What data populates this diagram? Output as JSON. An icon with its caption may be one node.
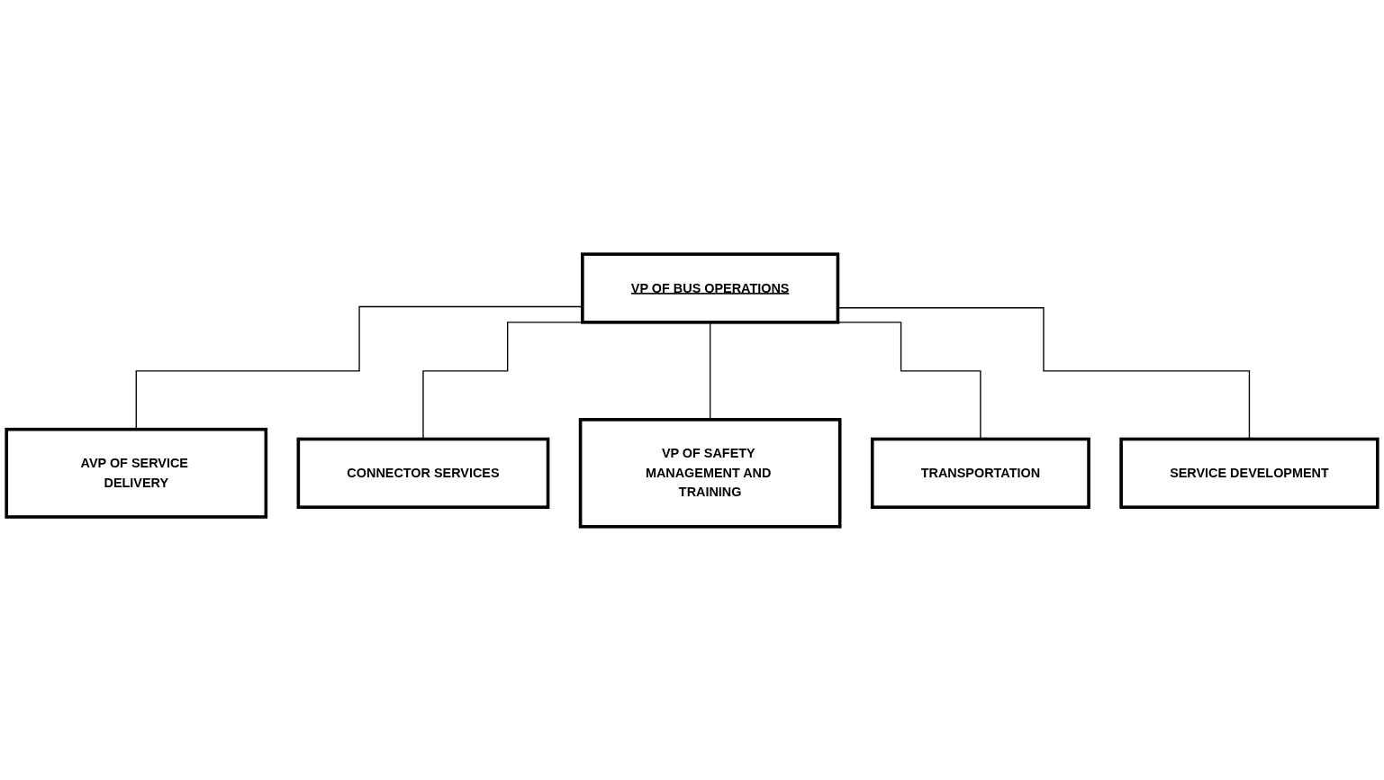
{
  "diagram": {
    "nodes": [
      {
        "text": [
          "VP OF BUS OPERATIONS"
        ]
      },
      {
        "text": [
          "AVP OF SERVICE DELIVERY"
        ]
      },
      {
        "text": [
          "VP OF SAFETY MANAGEMENT AND TRAINING"
        ]
      },
      {
        "text": [
          "SERVICE DEVELOPMENT"
        ]
      },
      {
        "text": [
          "CONNECTOR SERVICES"
        ]
      },
      {
        "text": [
          "TRANSPORTATION"
        ]
      }
    ],
    "edges": [
      {
        "from": 0,
        "to": 1,
        "arrow": "none"
      },
      {
        "from": 0,
        "to": 4,
        "arrow": "none"
      },
      {
        "from": 0,
        "to": 2,
        "arrow": "none"
      },
      {
        "from": 0,
        "to": 5,
        "arrow": "none"
      },
      {
        "from": 0,
        "to": 3,
        "arrow": "none"
      }
    ]
  }
}
